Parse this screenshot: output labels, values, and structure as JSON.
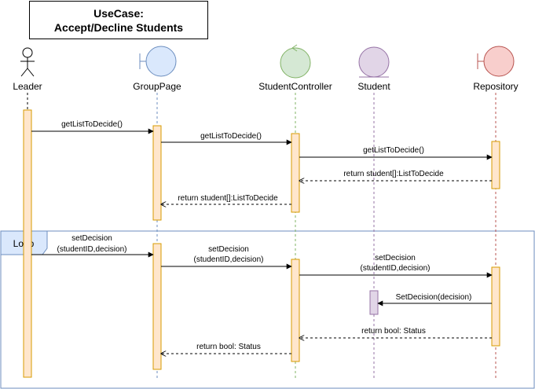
{
  "title": {
    "line1": "UseCase:",
    "line2": "Accept/Decline Students"
  },
  "participants": [
    {
      "id": "leader",
      "label": "Leader",
      "kind": "actor",
      "color": "#000000"
    },
    {
      "id": "grouppage",
      "label": "GroupPage",
      "kind": "boundary",
      "color": "#dae8fc",
      "stroke": "#6c8ebf"
    },
    {
      "id": "studentcontroller",
      "label": "StudentController",
      "kind": "control",
      "color": "#d5e8d4",
      "stroke": "#82b366"
    },
    {
      "id": "student",
      "label": "Student",
      "kind": "entity",
      "color": "#e1d5e7",
      "stroke": "#9673a6"
    },
    {
      "id": "repository",
      "label": "Repository",
      "kind": "boundary",
      "color": "#f8cecc",
      "stroke": "#b85450"
    }
  ],
  "messages": [
    {
      "lines": [
        "getListToDecide()"
      ],
      "type": "sync"
    },
    {
      "lines": [
        "getListToDecide()"
      ],
      "type": "sync"
    },
    {
      "lines": [
        "getListToDecide()"
      ],
      "type": "sync"
    },
    {
      "lines": [
        "return  student[]:ListToDecide"
      ],
      "type": "return"
    },
    {
      "lines": [
        "return  student[]:ListToDecide"
      ],
      "type": "return"
    },
    {
      "lines": [
        "setDecision",
        "(studentID,decision)"
      ],
      "type": "sync"
    },
    {
      "lines": [
        "setDecision",
        "(studentID,decision)"
      ],
      "type": "sync"
    },
    {
      "lines": [
        "setDecision",
        "(studentID,decision)"
      ],
      "type": "sync"
    },
    {
      "lines": [
        "SetDecision(decision)"
      ],
      "type": "sync"
    },
    {
      "lines": [
        "return  bool: Status"
      ],
      "type": "return"
    },
    {
      "lines": [
        "return  bool: Status"
      ],
      "type": "return"
    }
  ],
  "loop": {
    "label": "Loop"
  },
  "colors": {
    "activation_fill": "#ffe6cc",
    "activation_stroke": "#d79b00",
    "student_activation_fill": "#e1d5e7",
    "student_activation_stroke": "#9673a6",
    "loop_stroke": "#6c8ebf",
    "loop_label_fill": "#dae8fc"
  }
}
